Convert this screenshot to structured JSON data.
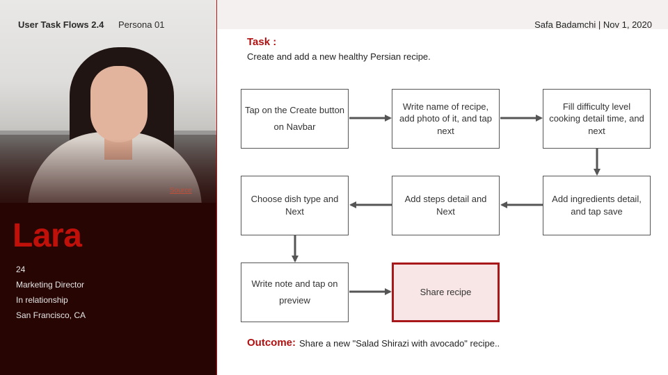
{
  "header": {
    "title": "User Task Flows 2.4",
    "persona_label": "Persona 01",
    "author_date": "Safa Badamchi | Nov 1, 2020"
  },
  "persona": {
    "source_link": "Source",
    "name": "Lara",
    "details": [
      "24",
      "Marketing Director",
      "In relationship",
      "San Francisco, CA"
    ]
  },
  "task": {
    "label": "Task :",
    "text": "Create and add a new healthy Persian recipe."
  },
  "flow": {
    "steps": [
      "Tap on the Create button on Navbar",
      "Write name of recipe, add photo of it, and tap next",
      "Fill difficulty level cooking detail time, and next",
      "Add ingredients detail, and tap save",
      "Add steps detail and Next",
      "Choose dish type and Next",
      "Write note and tap on preview",
      "Share recipe"
    ]
  },
  "outcome": {
    "label": "Outcome:",
    "text": "Share a new \"Salad Shirazi with avocado\" recipe.."
  },
  "colors": {
    "accent": "#b01010",
    "panel_dark": "#260503",
    "highlight_fill": "#f8e6e6"
  }
}
